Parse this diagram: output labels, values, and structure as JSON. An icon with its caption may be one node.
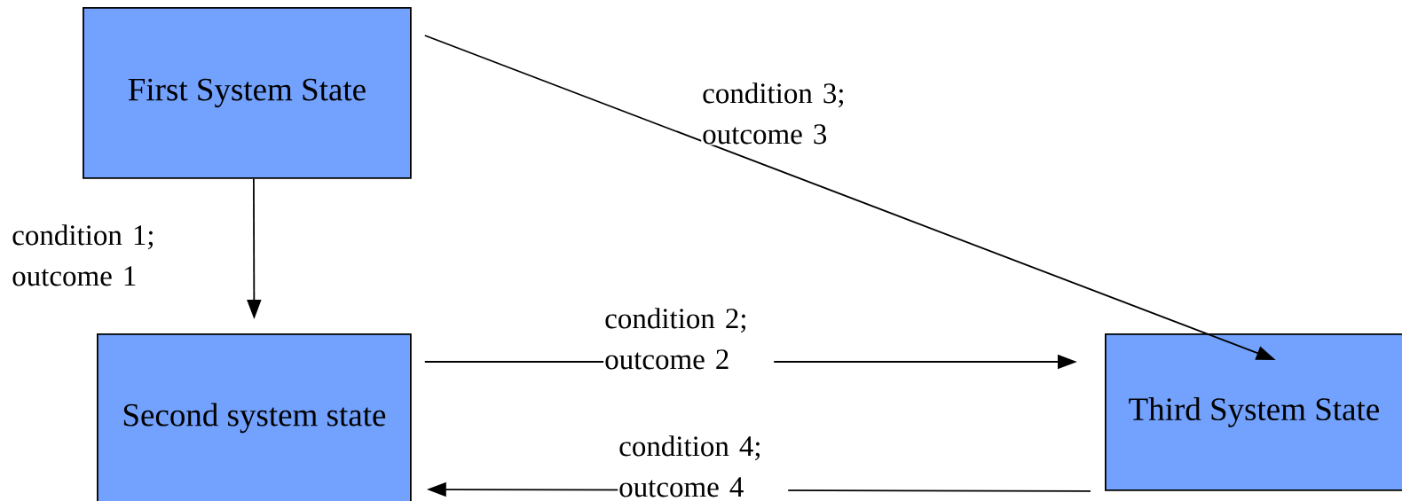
{
  "diagram": {
    "nodes": [
      {
        "text": [
          "First System State"
        ]
      },
      {
        "text": [
          "Second system state"
        ]
      },
      {
        "text": [
          "Third System State"
        ]
      }
    ],
    "edges": [
      {
        "from": 0,
        "to": 1,
        "arrow": "to",
        "label": "condition 1; outcome 1"
      },
      {
        "from": 1,
        "to": 2,
        "arrow": "to",
        "label": "condition 2; outcome 2"
      },
      {
        "from": 0,
        "to": 2,
        "arrow": "to",
        "label": "condition 3; outcome 3"
      },
      {
        "from": 2,
        "to": 1,
        "arrow": "to",
        "label": "condition 4; outcome 4"
      }
    ]
  }
}
